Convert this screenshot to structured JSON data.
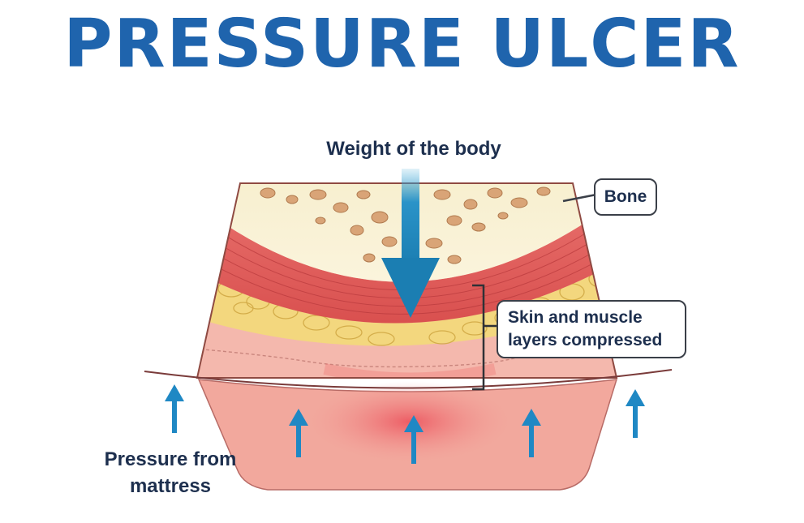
{
  "title": "PRESSURE ULCER",
  "labels": {
    "weight": "Weight of the body",
    "bone": "Bone",
    "skin": "Skin and muscle layers compressed",
    "pressure": "Pressure from mattress"
  },
  "colors": {
    "title": "#1f64ad",
    "text": "#1d2f4e",
    "bone": "#f6edc8",
    "bone_spots": "#d9a477",
    "muscle": "#e2605f",
    "fat": "#f3d77e",
    "skin": "#f3b2a6",
    "mattress": "#f2a89d",
    "arrow": "#1b7eb2"
  },
  "icons": [
    "weight-down-arrow-icon",
    "pressure-up-arrow-icon"
  ]
}
